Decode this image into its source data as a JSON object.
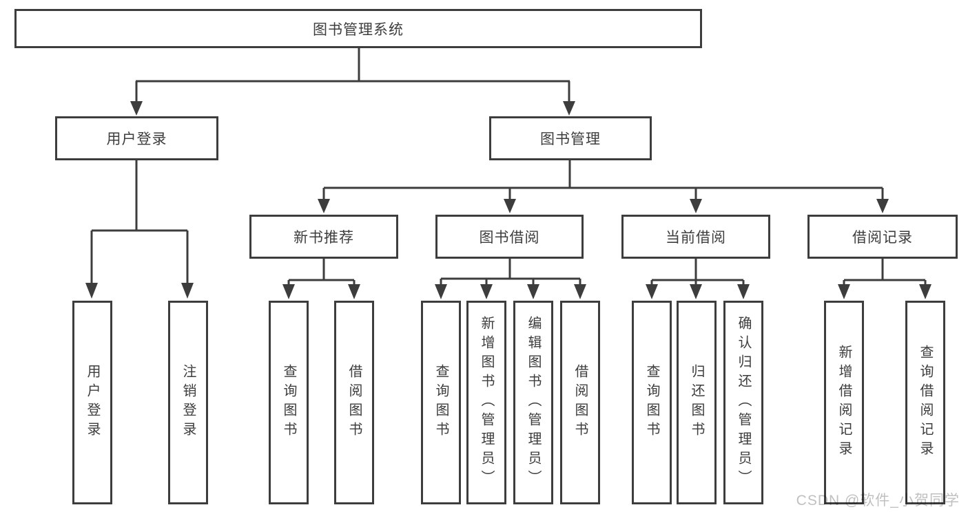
{
  "colors": {
    "line": "#3d3d3d",
    "box_border": "#3d3d3d",
    "text": "#3d3d3d",
    "watermark": "#c0c0c0",
    "background": "#ffffff"
  },
  "nodes": {
    "root": "图书管理系统",
    "user_login": "用户登录",
    "book_management": "图书管理",
    "new_book_recommend": "新书推荐",
    "book_borrowing": "图书借阅",
    "current_borrowing": "当前借阅",
    "borrowing_records": "借阅记录",
    "leaf_user_login": "用户登录",
    "leaf_logout": "注销登录",
    "leaf_nb_query_books": "查询图书",
    "leaf_nb_borrow_books": "借阅图书",
    "leaf_bb_query_books": "查询图书",
    "leaf_bb_add_books": "新增图书（管理员）",
    "leaf_bb_edit_books": "编辑图书（管理员）",
    "leaf_bb_borrow_books": "借阅图书",
    "leaf_cb_query_books": "查询图书",
    "leaf_cb_return_books": "归还图书",
    "leaf_cb_confirm_return": "确认归还（管理员）",
    "leaf_br_add_record": "新增借阅记录",
    "leaf_br_query_record": "查询借阅记录"
  },
  "watermark": "CSDN @软件_小贺同学"
}
